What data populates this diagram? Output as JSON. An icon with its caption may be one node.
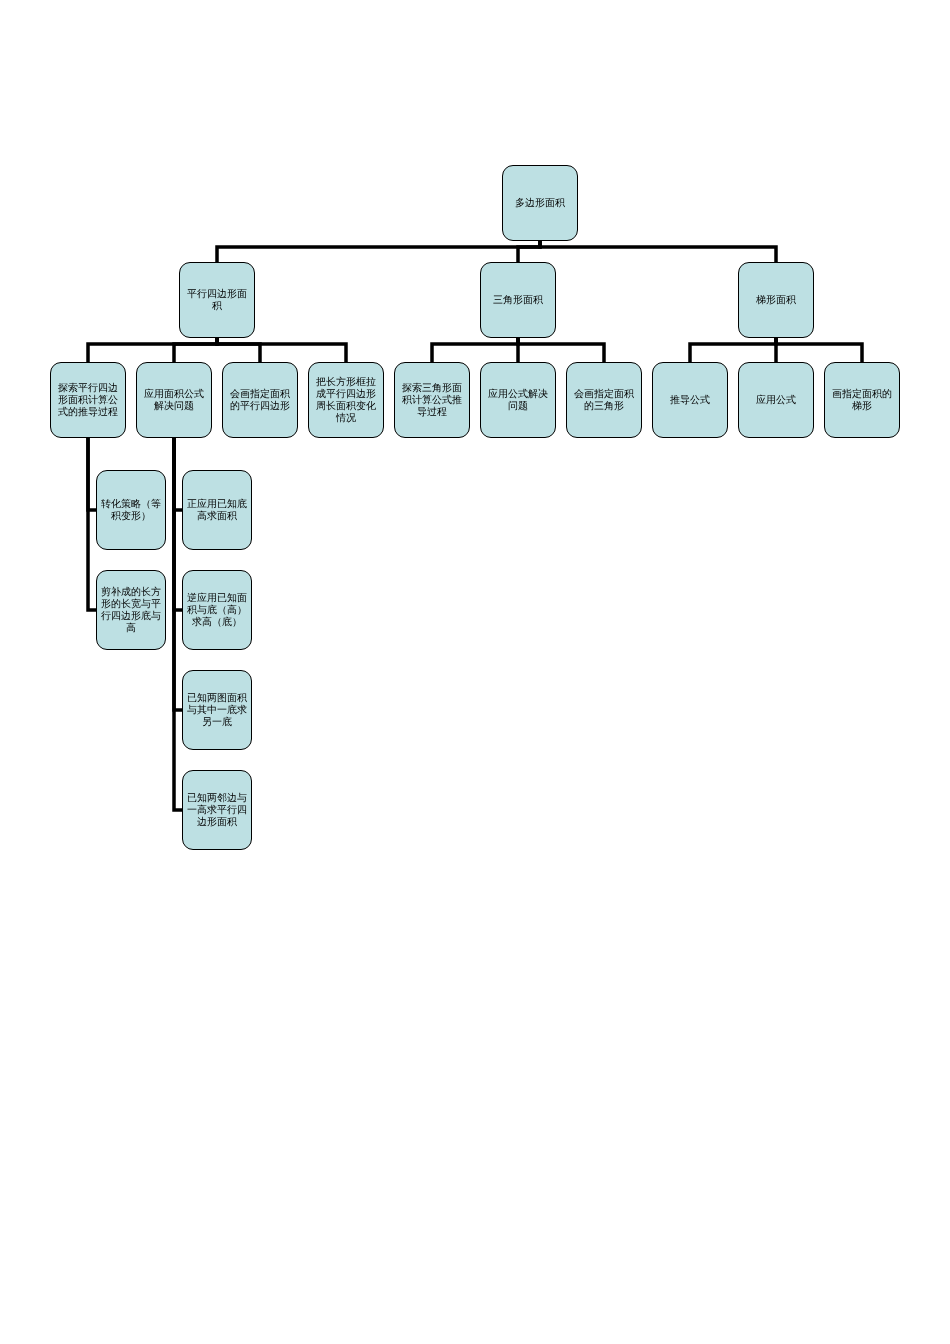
{
  "diagram": {
    "nodes": [
      {
        "text": [
          "多边形面积"
        ]
      },
      {
        "text": [
          "平行四边形面积"
        ]
      },
      {
        "text": [
          "三角形面积"
        ]
      },
      {
        "text": [
          "梯形面积"
        ]
      },
      {
        "text": [
          "探索平行四边形面积计算公式的推导过程"
        ]
      },
      {
        "text": [
          "应用面积公式解决问题"
        ]
      },
      {
        "text": [
          "会画指定面积的平行四边形"
        ]
      },
      {
        "text": [
          "把长方形框拉成平行四边形周长面积变化情况"
        ]
      },
      {
        "text": [
          "探索三角形面积计算公式推导过程"
        ]
      },
      {
        "text": [
          "应用公式解决问题"
        ]
      },
      {
        "text": [
          "会画指定面积的三角形"
        ]
      },
      {
        "text": [
          "推导公式"
        ]
      },
      {
        "text": [
          "应用公式"
        ]
      },
      {
        "text": [
          "画指定面积的梯形"
        ]
      },
      {
        "text": [
          "转化策略（等积变形）"
        ]
      },
      {
        "text": [
          "剪补成的长方形的长宽与平行四边形底与高"
        ]
      },
      {
        "text": [
          "正应用已知底高求面积"
        ]
      },
      {
        "text": [
          "逆应用已知面积与底（高）求高（底）"
        ]
      },
      {
        "text": [
          "已知两图面积与其中一底求另一底"
        ]
      },
      {
        "text": [
          "已知两邻边与一高求平行四边形面积"
        ]
      }
    ],
    "edges": [
      {
        "from": 0,
        "to": 1,
        "arrow": "none"
      },
      {
        "from": 0,
        "to": 2,
        "arrow": "none"
      },
      {
        "from": 0,
        "to": 3,
        "arrow": "none"
      },
      {
        "from": 1,
        "to": 4,
        "arrow": "none"
      },
      {
        "from": 1,
        "to": 5,
        "arrow": "none"
      },
      {
        "from": 1,
        "to": 6,
        "arrow": "none"
      },
      {
        "from": 1,
        "to": 7,
        "arrow": "none"
      },
      {
        "from": 2,
        "to": 8,
        "arrow": "none"
      },
      {
        "from": 2,
        "to": 9,
        "arrow": "none"
      },
      {
        "from": 2,
        "to": 10,
        "arrow": "none"
      },
      {
        "from": 3,
        "to": 11,
        "arrow": "none"
      },
      {
        "from": 3,
        "to": 12,
        "arrow": "none"
      },
      {
        "from": 3,
        "to": 13,
        "arrow": "none"
      },
      {
        "from": 4,
        "to": 14,
        "arrow": "none"
      },
      {
        "from": 4,
        "to": 15,
        "arrow": "none"
      },
      {
        "from": 5,
        "to": 16,
        "arrow": "none"
      },
      {
        "from": 5,
        "to": 17,
        "arrow": "none"
      },
      {
        "from": 5,
        "to": 18,
        "arrow": "none"
      },
      {
        "from": 5,
        "to": 19,
        "arrow": "none"
      }
    ]
  }
}
